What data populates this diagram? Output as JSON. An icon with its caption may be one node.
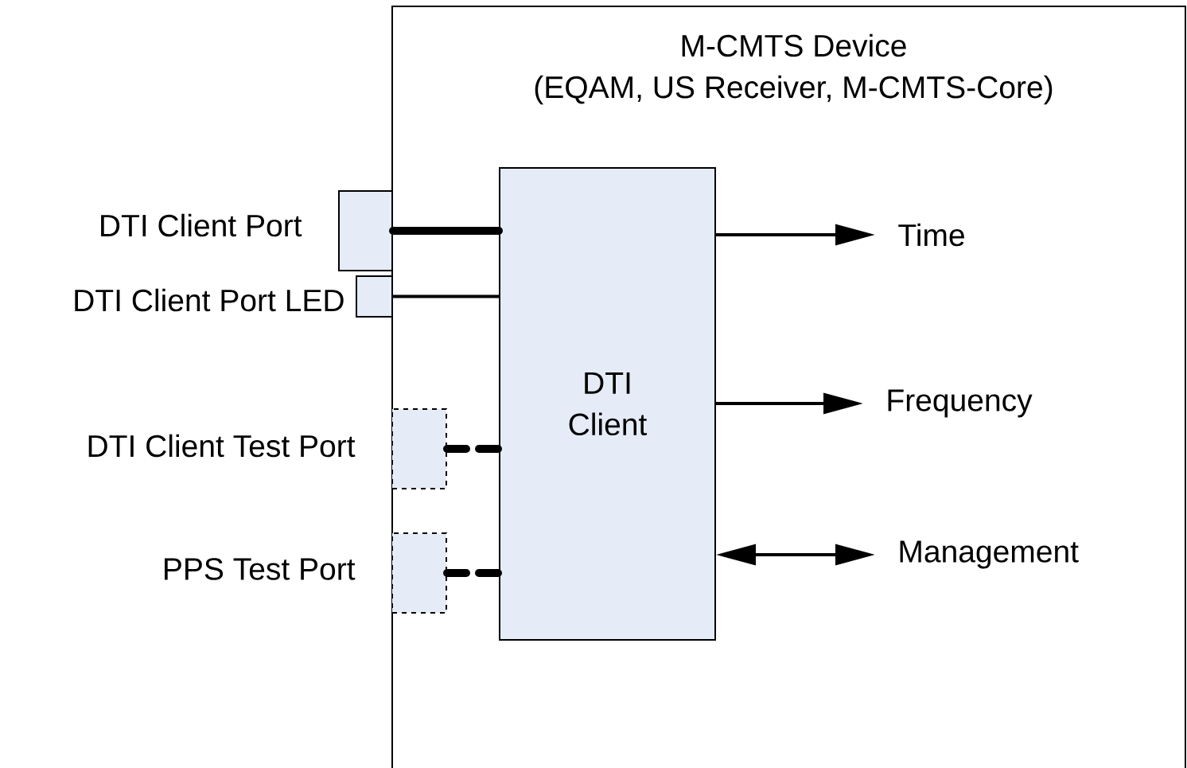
{
  "diagram": {
    "nodes": [
      {
        "text": [
          "M-CMTS Device",
          "(EQAM, US Receiver, M-CMTS-Core)"
        ]
      },
      {
        "text": [],
        "shape": "box",
        "beside": [
          "DTI Client Port"
        ]
      },
      {
        "text": [],
        "shape": "box",
        "beside": [
          "DTI Client Port LED"
        ]
      },
      {
        "text": [],
        "shape": "box",
        "beside": [
          "DTI Client Test Port"
        ],
        "in": 0
      },
      {
        "text": [],
        "shape": "box",
        "beside": [
          "PPS Test Port"
        ],
        "in": 0
      },
      {
        "text": [
          "DTI Client"
        ],
        "in": 0
      },
      {
        "text": [
          "Time"
        ],
        "in": 0
      },
      {
        "text": [
          "Frequency"
        ],
        "in": 0
      },
      {
        "text": [
          "Management"
        ],
        "in": 0
      }
    ],
    "edges": [
      {
        "from": 1,
        "to": 5,
        "arrow": "none",
        "style": "thick"
      },
      {
        "from": 2,
        "to": 5,
        "arrow": "none"
      },
      {
        "from": 3,
        "to": 5,
        "arrow": "none",
        "style": "dashed"
      },
      {
        "from": 4,
        "to": 5,
        "arrow": "none",
        "style": "dashed"
      },
      {
        "from": 5,
        "to": 6,
        "arrow": "to"
      },
      {
        "from": 5,
        "to": 7,
        "arrow": "to"
      },
      {
        "from": 5,
        "to": 8,
        "arrow": "both"
      }
    ]
  }
}
